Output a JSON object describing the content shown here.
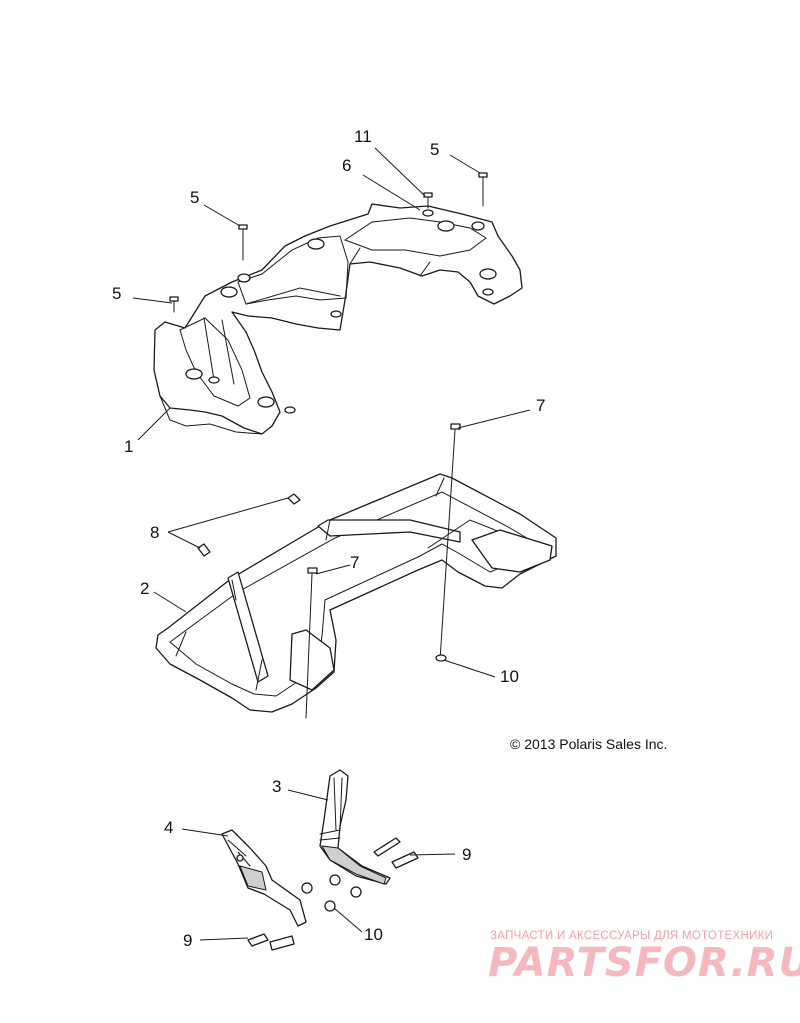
{
  "callouts": {
    "c11": "11",
    "c6": "6",
    "c5a": "5",
    "c5b": "5",
    "c5c": "5",
    "c1": "1",
    "c7a": "7",
    "c8": "8",
    "c2": "2",
    "c7b": "7",
    "c10a": "10",
    "c3": "3",
    "c4": "4",
    "c9a": "9",
    "c9b": "9",
    "c10b": "10"
  },
  "copyright": "© 2013 Polaris Sales Inc.",
  "watermark": {
    "tagline": "ЗАПЧАСТИ И АКСЕССУАРЫ ДЛЯ МОТОТЕХНИКИ",
    "logo": "PARTSFOR.RU"
  }
}
